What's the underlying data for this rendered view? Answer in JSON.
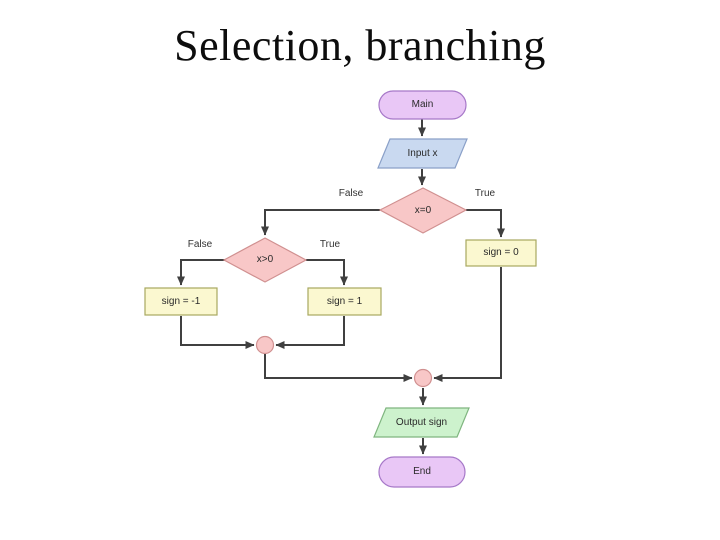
{
  "title": "Selection, branching",
  "flowchart": {
    "nodes": {
      "main": {
        "type": "terminator",
        "label": "Main"
      },
      "input": {
        "type": "io-input",
        "label": "Input x"
      },
      "decision1": {
        "type": "decision",
        "label": "x=0"
      },
      "decision2": {
        "type": "decision",
        "label": "x>0"
      },
      "sign_zero": {
        "type": "process",
        "label": "sign = 0"
      },
      "sign_neg": {
        "type": "process",
        "label": "sign = -1"
      },
      "sign_pos": {
        "type": "process",
        "label": "sign = 1"
      },
      "output": {
        "type": "io-output",
        "label": "Output sign"
      },
      "end": {
        "type": "terminator",
        "label": "End"
      }
    },
    "branch_labels": {
      "d1_false": "False",
      "d1_true": "True",
      "d2_false": "False",
      "d2_true": "True"
    },
    "colors": {
      "terminator_fill": "#e9c7f6",
      "terminator_border": "#a678c8",
      "input_fill": "#c9d9f0",
      "input_border": "#8aa0c8",
      "decision_fill": "#f8c7c7",
      "decision_border": "#d09090",
      "process_fill": "#fbf8d0",
      "process_border": "#a8a860",
      "output_fill": "#cdf2cd",
      "output_border": "#7fb57f",
      "connector_fill": "#f8c7c7",
      "connector_border": "#d09090",
      "line": "#404040"
    }
  }
}
